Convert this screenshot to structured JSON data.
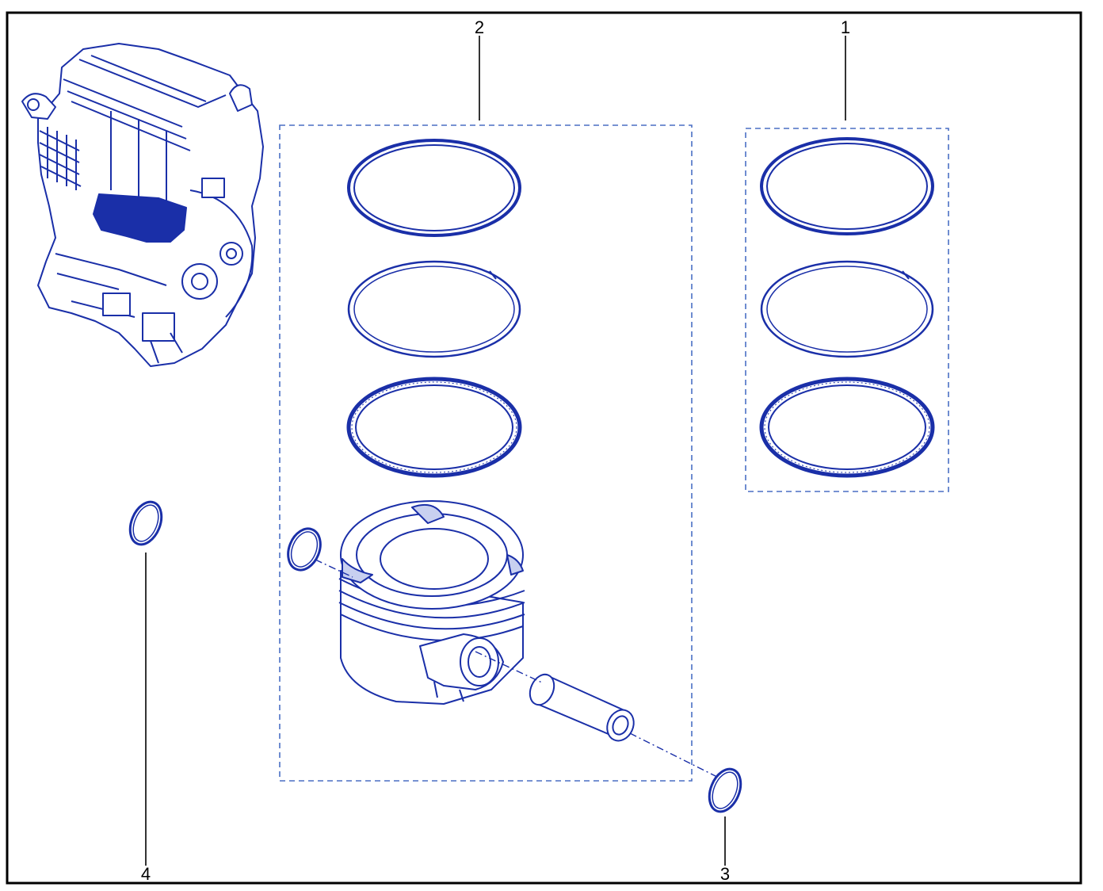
{
  "diagram": {
    "callouts": [
      {
        "id": "1",
        "label": "1"
      },
      {
        "id": "2",
        "label": "2"
      },
      {
        "id": "3",
        "label": "3"
      },
      {
        "id": "4",
        "label": "4"
      }
    ],
    "colors": {
      "line_art": "#1a2fa8",
      "dashed_box": "#4a6fc4",
      "callout_text": "#000000",
      "border": "#000000",
      "background": "#ffffff"
    }
  }
}
